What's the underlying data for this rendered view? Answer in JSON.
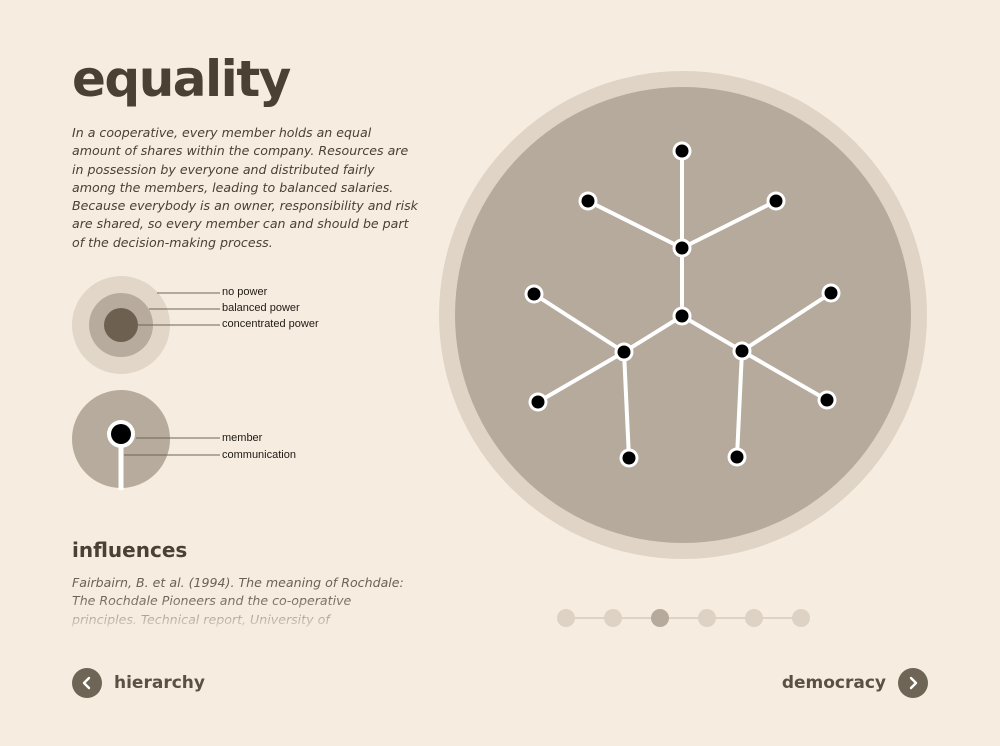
{
  "page": {
    "title": "equality",
    "intro": "In a cooperative, every member holds an equal amount of shares within the company. Resources are in possession by everyone and distributed fairly among the members, leading to balanced salaries. Because everybody is an owner, responsibility and risk are shared, so every member can and should be part of the decision-making process."
  },
  "legend": {
    "power": {
      "no_power": "no power",
      "balanced_power": "balanced power",
      "concentrated_power": "concentrated power"
    },
    "network": {
      "member": "member",
      "communication": "communication"
    }
  },
  "influences": {
    "title": "influences",
    "text": "Fairbairn, B. et al. (1994). The meaning of Rochdale: The Rochdale Pioneers and the co-operative principles. Technical report, University of"
  },
  "pager": {
    "count": 6,
    "active_index": 2
  },
  "nav": {
    "prev_label": "hierarchy",
    "next_label": "democracy"
  },
  "colors": {
    "background": "#f6ece0",
    "outer_ring": "#dfd4c6",
    "inner_circle": "#b5aa9c",
    "concentrated": "#6e6050",
    "text": "#4a4034"
  }
}
